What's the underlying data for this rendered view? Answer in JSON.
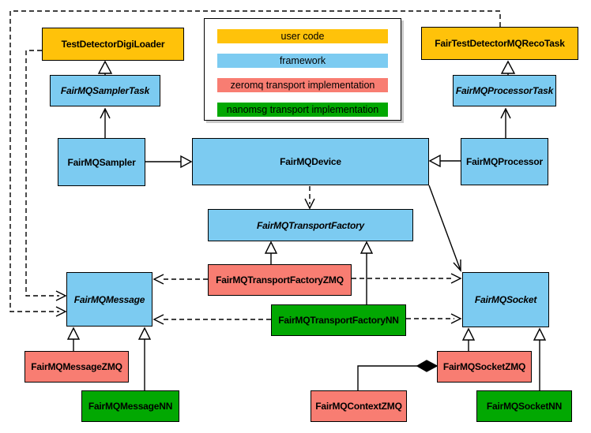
{
  "nodes": {
    "test_detector_digi_loader": {
      "label": "TestDetectorDigiLoader",
      "category": "user code",
      "abstract": false
    },
    "fair_test_detector_mq_reco_task": {
      "label": "FairTestDetectorMQRecoTask",
      "category": "user code",
      "abstract": false
    },
    "fair_mq_sampler_task": {
      "label": "FairMQSamplerTask",
      "category": "framework",
      "abstract": true
    },
    "fair_mq_processor_task": {
      "label": "FairMQProcessorTask",
      "category": "framework",
      "abstract": true
    },
    "fair_mq_sampler": {
      "label": "FairMQSampler",
      "category": "framework",
      "abstract": false
    },
    "fair_mq_device": {
      "label": "FairMQDevice",
      "category": "framework",
      "abstract": false
    },
    "fair_mq_processor": {
      "label": "FairMQProcessor",
      "category": "framework",
      "abstract": false
    },
    "fair_mq_transport_factory": {
      "label": "FairMQTransportFactory",
      "category": "framework",
      "abstract": true
    },
    "fair_mq_transport_factory_zmq": {
      "label": "FairMQTransportFactoryZMQ",
      "category": "zeromq transport implementation",
      "abstract": false
    },
    "fair_mq_transport_factory_nn": {
      "label": "FairMQTransportFactoryNN",
      "category": "nanomsg transport implementation",
      "abstract": false
    },
    "fair_mq_message": {
      "label": "FairMQMessage",
      "category": "framework",
      "abstract": true
    },
    "fair_mq_socket": {
      "label": "FairMQSocket",
      "category": "framework",
      "abstract": true
    },
    "fair_mq_message_zmq": {
      "label": "FairMQMessageZMQ",
      "category": "zeromq transport implementation",
      "abstract": false
    },
    "fair_mq_message_nn": {
      "label": "FairMQMessageNN",
      "category": "nanomsg transport implementation",
      "abstract": false
    },
    "fair_mq_socket_zmq": {
      "label": "FairMQSocketZMQ",
      "category": "zeromq transport implementation",
      "abstract": false
    },
    "fair_mq_socket_nn": {
      "label": "FairMQSocketNN",
      "category": "nanomsg transport implementation",
      "abstract": false
    },
    "fair_mq_context_zmq": {
      "label": "FairMQContextZMQ",
      "category": "zeromq transport implementation",
      "abstract": false
    }
  },
  "legend": {
    "items": [
      {
        "label": "user code",
        "color": "#FFC20A"
      },
      {
        "label": "framework",
        "color": "#7CCBF1"
      },
      {
        "label": "zeromq transport implementation",
        "color": "#F87D72"
      },
      {
        "label": "nanomsg transport implementation",
        "color": "#02A802"
      }
    ]
  },
  "edges": [
    {
      "from": "fair_mq_sampler_task",
      "to": "test_detector_digi_loader",
      "type": "inheritance-hollow-triangle"
    },
    {
      "from": "fair_mq_processor_task",
      "to": "fair_test_detector_mq_reco_task",
      "type": "inheritance-hollow-triangle"
    },
    {
      "from": "fair_mq_sampler",
      "to": "fair_mq_sampler_task",
      "type": "solid-open-arrow"
    },
    {
      "from": "fair_mq_processor",
      "to": "fair_mq_processor_task",
      "type": "solid-open-arrow"
    },
    {
      "from": "fair_mq_sampler",
      "to": "fair_mq_device",
      "type": "inheritance-hollow-triangle"
    },
    {
      "from": "fair_mq_processor",
      "to": "fair_mq_device",
      "type": "inheritance-hollow-triangle"
    },
    {
      "from": "fair_mq_device",
      "to": "fair_mq_transport_factory",
      "type": "dashed-open-arrow"
    },
    {
      "from": "fair_mq_device",
      "to": "fair_mq_socket",
      "type": "solid-open-arrow"
    },
    {
      "from": "fair_mq_transport_factory_zmq",
      "to": "fair_mq_transport_factory",
      "type": "inheritance-hollow-triangle"
    },
    {
      "from": "fair_mq_transport_factory_nn",
      "to": "fair_mq_transport_factory",
      "type": "inheritance-hollow-triangle"
    },
    {
      "from": "fair_mq_transport_factory_zmq",
      "to": "fair_mq_message",
      "type": "dashed-open-arrow"
    },
    {
      "from": "fair_mq_transport_factory_zmq",
      "to": "fair_mq_socket",
      "type": "dashed-open-arrow"
    },
    {
      "from": "fair_mq_transport_factory_nn",
      "to": "fair_mq_message",
      "type": "dashed-open-arrow"
    },
    {
      "from": "fair_mq_transport_factory_nn",
      "to": "fair_mq_socket",
      "type": "dashed-open-arrow"
    },
    {
      "from": "test_detector_digi_loader",
      "to": "fair_mq_message",
      "type": "dashed-open-arrow"
    },
    {
      "from": "fair_test_detector_mq_reco_task",
      "to": "fair_mq_message",
      "type": "dashed-open-arrow"
    },
    {
      "from": "fair_mq_message_zmq",
      "to": "fair_mq_message",
      "type": "inheritance-hollow-triangle"
    },
    {
      "from": "fair_mq_message_nn",
      "to": "fair_mq_message",
      "type": "inheritance-hollow-triangle"
    },
    {
      "from": "fair_mq_socket_zmq",
      "to": "fair_mq_socket",
      "type": "inheritance-hollow-triangle"
    },
    {
      "from": "fair_mq_socket_nn",
      "to": "fair_mq_socket",
      "type": "inheritance-hollow-triangle"
    },
    {
      "from": "fair_mq_context_zmq",
      "to": "fair_mq_socket_zmq",
      "type": "composition-filled-diamond"
    }
  ]
}
